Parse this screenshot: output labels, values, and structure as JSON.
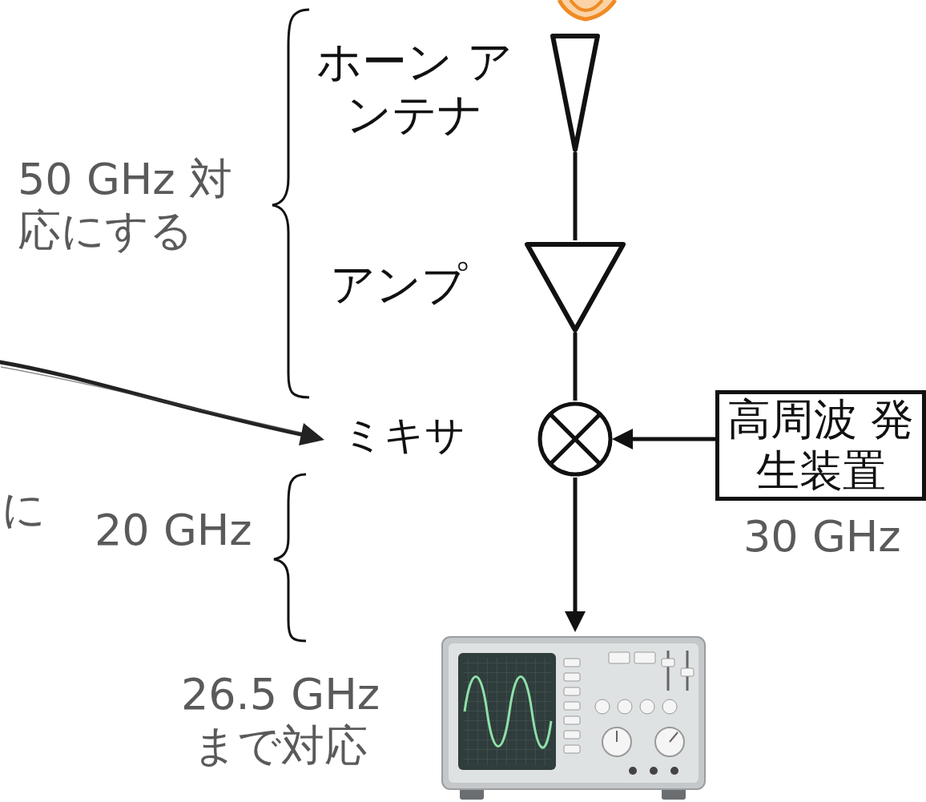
{
  "diagram": {
    "nodes": [
      {
        "text": [
          "ホーン アンテナ"
        ]
      },
      {
        "text": [
          "アンプ"
        ]
      },
      {
        "text": [
          "ミキサ"
        ]
      },
      {
        "text": [
          "高周波 発生装置"
        ]
      },
      {
        "text": [
          "26.5 GHz まで対応"
        ]
      }
    ],
    "edges": [
      {
        "from": 0,
        "to": 1,
        "arrow": "none"
      },
      {
        "from": 1,
        "to": 2,
        "arrow": "none"
      },
      {
        "from": 3,
        "to": 2,
        "arrow": "to"
      },
      {
        "from": 2,
        "to": 4,
        "arrow": "to"
      }
    ],
    "labels": [
      "50 GHz 対応にする",
      "20 GHz",
      "30 GHz",
      "に"
    ]
  }
}
